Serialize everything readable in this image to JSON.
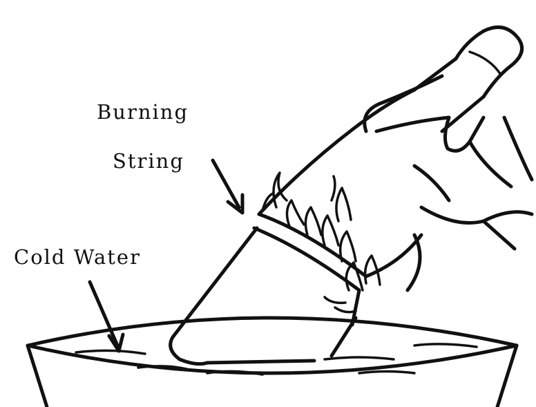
{
  "labels": {
    "burning_line1": "Burning",
    "burning_line2": "String",
    "cold_water": "Cold Water"
  },
  "colors": {
    "ink": "#111111",
    "background": "#ffffff"
  }
}
